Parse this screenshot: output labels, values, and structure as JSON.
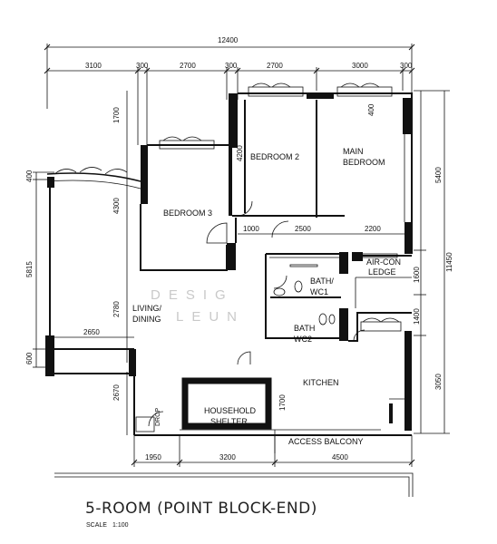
{
  "title": "5-ROOM (POINT BLOCK-END)",
  "scale": {
    "label": "SCALE",
    "value": "1:100"
  },
  "watermark": {
    "line1": "DESIG",
    "line2": "LEUN"
  },
  "rooms": {
    "bedroom2": "BEDROOM 2",
    "main_bedroom_1": "MAIN",
    "main_bedroom_2": "BEDROOM",
    "bedroom3": "BEDROOM 3",
    "living_1": "LIVING/",
    "living_2": "DINING",
    "bath1_1": "BATH/",
    "bath1_2": "WC1",
    "bath2_1": "BATH",
    "bath2_2": "WC2",
    "aircon_1": "AIR-CON",
    "aircon_2": "LEDGE",
    "kitchen": "KITCHEN",
    "shelter_1": "HOUSEHOLD",
    "shelter_2": "SHELTER",
    "access_balcony": "ACCESS BALCONY",
    "drop": "DROP"
  },
  "dims_top": {
    "overall": "12400",
    "d1": "3100",
    "d2": "300",
    "d3": "2700",
    "d4": "300",
    "d5": "2700",
    "d6": "3000",
    "d7": "300"
  },
  "dims_inner": {
    "d1000": "1000",
    "d2500": "2500",
    "d2200": "2200",
    "d4200": "4200",
    "d400": "400",
    "d1700": "1700",
    "d4300": "4300",
    "d2780": "2780",
    "d2650": "2650",
    "d1700k": "1700",
    "d1600": "1600",
    "d1400": "1400"
  },
  "dims_left": {
    "d400": "400",
    "d5815": "5815",
    "d600": "600",
    "d2670": "2670"
  },
  "dims_right": {
    "d5400": "5400",
    "d11450": "11450",
    "d3050": "3050"
  },
  "dims_bottom": {
    "d1950": "1950",
    "d3200": "3200",
    "d4500": "4500"
  }
}
